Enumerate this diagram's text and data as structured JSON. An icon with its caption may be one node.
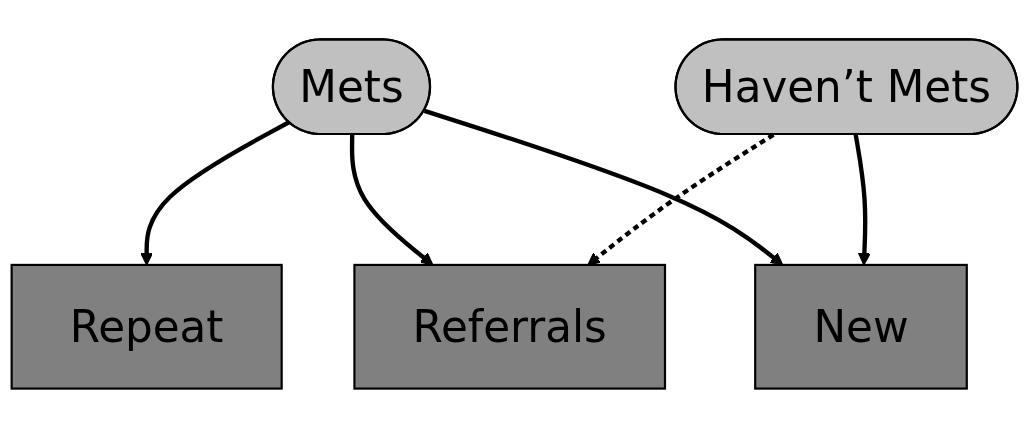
{
  "diagram": {
    "nodes": [
      {
        "text": [
          "Mets"
        ]
      },
      {
        "text": [
          "Haven’t Mets"
        ]
      },
      {
        "text": [
          "Repeat"
        ]
      },
      {
        "text": [
          "Referrals"
        ]
      },
      {
        "text": [
          "New"
        ]
      }
    ],
    "edges": [
      {
        "from": 0,
        "to": 2,
        "arrow": "to"
      },
      {
        "from": 0,
        "to": 3,
        "arrow": "to"
      },
      {
        "from": 0,
        "to": 4,
        "arrow": "to"
      },
      {
        "from": 1,
        "to": 3,
        "arrow": "to",
        "style": "dashed"
      },
      {
        "from": 1,
        "to": 4,
        "arrow": "to"
      }
    ]
  }
}
